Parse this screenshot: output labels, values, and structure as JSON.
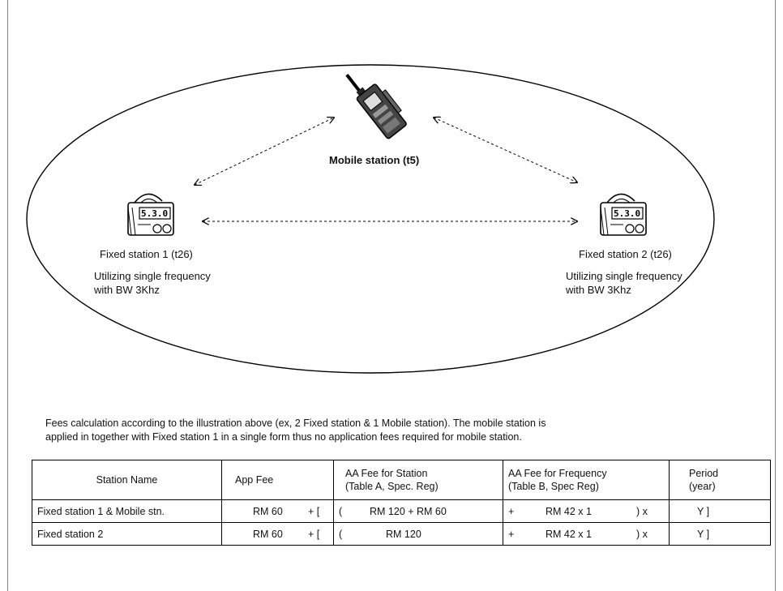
{
  "diagram": {
    "mobile_station": {
      "label": "Mobile station  (t5)",
      "icon": "walkie-talkie-icon"
    },
    "fixed_station_1": {
      "label": "Fixed station 1 (t26)",
      "desc_line1": "Utilizing single frequency",
      "desc_line2": "with BW 3Khz",
      "icon": "radio-icon",
      "display": "5.3.0"
    },
    "fixed_station_2": {
      "label": "Fixed station 2 (t26)",
      "desc_line1": "Utilizing single frequency",
      "desc_line2": "with BW 3Khz",
      "icon": "radio-icon",
      "display": "5.3.0"
    }
  },
  "note": {
    "line1": "Fees calculation according to the illustration above (ex, 2 Fixed station & 1 Mobile station).  The mobile station is",
    "line2": "applied in together with Fixed station 1 in  a single form thus no application fees required for mobile station."
  },
  "table": {
    "headers": {
      "station_name": "Station Name",
      "app_fee": "App Fee",
      "aa_station_line1": "AA Fee for Station",
      "aa_station_line2": "(Table A, Spec. Reg)",
      "aa_freq_line1": "AA Fee for Frequency",
      "aa_freq_line2": "(Table B, Spec Reg)",
      "period_line1": "Period",
      "period_line2": "(year)"
    },
    "rows": [
      {
        "name": "Fixed station 1 & Mobile stn.",
        "app_fee": "RM 60",
        "open": "+ [",
        "paren_open": "(",
        "aa_station": "RM 120 + RM 60",
        "plus": "+",
        "aa_freq": "RM 42 x 1",
        "paren_close": ") x",
        "period": "Y  ]"
      },
      {
        "name": "Fixed station 2",
        "app_fee": "RM 60",
        "open": "+ [",
        "paren_open": "(",
        "aa_station": "RM 120",
        "plus": "+",
        "aa_freq": "RM 42 x 1",
        "paren_close": ") x",
        "period": "Y  ]"
      }
    ]
  }
}
